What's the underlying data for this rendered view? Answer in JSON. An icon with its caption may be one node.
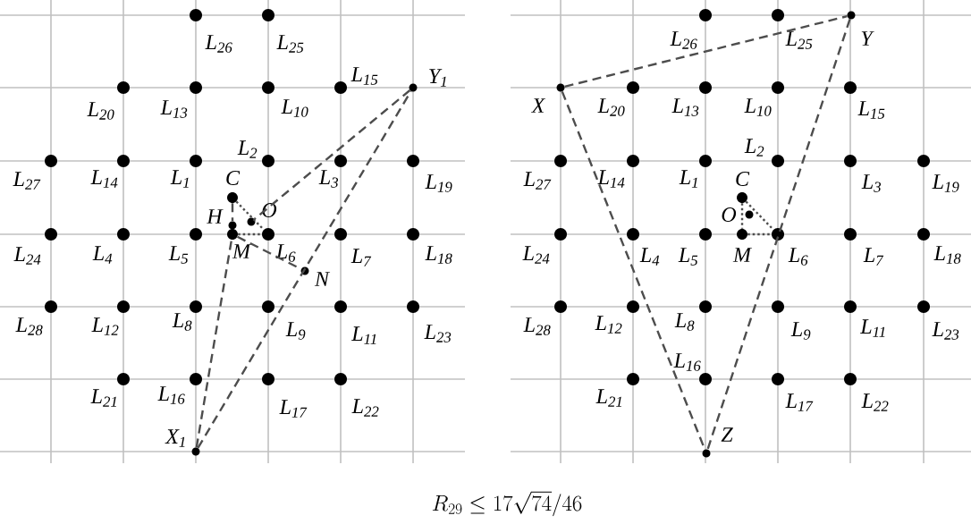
{
  "diagram": {
    "caption": "R_{29} \\leq 17\\sqrt{74}/46",
    "nodes": [
      {
        "text": [],
        "shape": "circle",
        "beside": [
          "L$_{26}$"
        ]
      },
      {
        "text": [],
        "shape": "circle",
        "beside": [
          "L$_{25}$"
        ]
      },
      {
        "text": [],
        "shape": "circle",
        "beside": [
          "L$_{20}$"
        ]
      },
      {
        "text": [],
        "shape": "circle",
        "beside": [
          "L$_{13}$"
        ]
      },
      {
        "text": [],
        "shape": "circle",
        "beside": [
          "L$_{10}$"
        ]
      },
      {
        "text": [],
        "shape": "circle",
        "beside": [
          "L$_{15}$"
        ]
      },
      {
        "text": [],
        "shape": "circle",
        "beside": [
          "Y$_{1}$"
        ]
      },
      {
        "text": [],
        "shape": "circle",
        "beside": [
          "L$_{27}$"
        ]
      },
      {
        "text": [],
        "shape": "circle",
        "beside": [
          "L$_{14}$"
        ]
      },
      {
        "text": [],
        "shape": "circle",
        "beside": [
          "L$_{1}$"
        ]
      },
      {
        "text": [],
        "shape": "circle",
        "beside": [
          "L$_{2}$"
        ]
      },
      {
        "text": [],
        "shape": "circle",
        "beside": [
          "L$_{3}$"
        ]
      },
      {
        "text": [],
        "shape": "circle",
        "beside": [
          "L$_{19}$"
        ]
      },
      {
        "text": [],
        "shape": "circle",
        "beside": [
          "C"
        ]
      },
      {
        "text": [],
        "shape": "circle",
        "beside": [
          "H"
        ]
      },
      {
        "text": [],
        "shape": "circle",
        "beside": [
          "O"
        ]
      },
      {
        "text": [],
        "shape": "circle",
        "beside": [
          "L$_{24}$"
        ]
      },
      {
        "text": [],
        "shape": "circle",
        "beside": [
          "L$_{4}$"
        ]
      },
      {
        "text": [],
        "shape": "circle",
        "beside": [
          "L$_{5}$"
        ]
      },
      {
        "text": [],
        "shape": "circle",
        "beside": [
          "M"
        ]
      },
      {
        "text": [],
        "shape": "circle",
        "beside": [
          "L$_{6}$"
        ]
      },
      {
        "text": [],
        "shape": "circle",
        "beside": [
          "L$_{7}$"
        ]
      },
      {
        "text": [],
        "shape": "circle",
        "beside": [
          "L$_{18}$"
        ]
      },
      {
        "text": [],
        "shape": "circle",
        "beside": [
          "N"
        ]
      },
      {
        "text": [],
        "shape": "circle",
        "beside": [
          "L$_{28}$"
        ]
      },
      {
        "text": [],
        "shape": "circle",
        "beside": [
          "L$_{12}$"
        ]
      },
      {
        "text": [],
        "shape": "circle",
        "beside": [
          "L$_{8}$"
        ]
      },
      {
        "text": [],
        "shape": "circle",
        "beside": [
          "L$_{9}$"
        ]
      },
      {
        "text": [],
        "shape": "circle",
        "beside": [
          "L$_{11}$"
        ]
      },
      {
        "text": [],
        "shape": "circle",
        "beside": [
          "L$_{23}$"
        ]
      },
      {
        "text": [],
        "shape": "circle",
        "beside": [
          "L$_{21}$"
        ]
      },
      {
        "text": [],
        "shape": "circle",
        "beside": [
          "L$_{16}$"
        ]
      },
      {
        "text": [],
        "shape": "circle",
        "beside": [
          "L$_{17}$"
        ]
      },
      {
        "text": [],
        "shape": "circle",
        "beside": [
          "L$_{22}$"
        ]
      },
      {
        "text": [],
        "shape": "circle",
        "beside": [
          "X$_{1}$"
        ]
      },
      {
        "text": [],
        "shape": "circle",
        "beside": [
          "L$_{26}$"
        ]
      },
      {
        "text": [],
        "shape": "circle",
        "beside": [
          "L$_{25}$"
        ]
      },
      {
        "text": [],
        "shape": "circle",
        "beside": [
          "Y"
        ]
      },
      {
        "text": [],
        "shape": "circle",
        "beside": [
          "X"
        ]
      },
      {
        "text": [],
        "shape": "circle",
        "beside": [
          "L$_{20}$"
        ]
      },
      {
        "text": [],
        "shape": "circle",
        "beside": [
          "L$_{13}$"
        ]
      },
      {
        "text": [],
        "shape": "circle",
        "beside": [
          "L$_{10}$"
        ]
      },
      {
        "text": [],
        "shape": "circle",
        "beside": [
          "L$_{15}$"
        ]
      },
      {
        "text": [],
        "shape": "circle",
        "beside": [
          "L$_{27}$"
        ]
      },
      {
        "text": [],
        "shape": "circle",
        "beside": [
          "L$_{14}$"
        ]
      },
      {
        "text": [],
        "shape": "circle",
        "beside": [
          "L$_{1}$"
        ]
      },
      {
        "text": [],
        "shape": "circle",
        "beside": [
          "L$_{2}$"
        ]
      },
      {
        "text": [],
        "shape": "circle",
        "beside": [
          "L$_{3}$"
        ]
      },
      {
        "text": [],
        "shape": "circle",
        "beside": [
          "L$_{19}$"
        ]
      },
      {
        "text": [],
        "shape": "circle",
        "beside": [
          "C"
        ]
      },
      {
        "text": [],
        "shape": "circle",
        "beside": [
          "O"
        ]
      },
      {
        "text": [],
        "shape": "circle",
        "beside": [
          "L$_{24}$"
        ]
      },
      {
        "text": [],
        "shape": "circle",
        "beside": [
          "L$_{4}$"
        ]
      },
      {
        "text": [],
        "shape": "circle",
        "beside": [
          "L$_{5}$"
        ]
      },
      {
        "text": [],
        "shape": "circle",
        "beside": [
          "M"
        ]
      },
      {
        "text": [],
        "shape": "circle",
        "beside": [
          "L$_{6}$"
        ]
      },
      {
        "text": [],
        "shape": "circle",
        "beside": [
          "L$_{7}$"
        ]
      },
      {
        "text": [],
        "shape": "circle",
        "beside": [
          "L$_{18}$"
        ]
      },
      {
        "text": [],
        "shape": "circle",
        "beside": [
          "L$_{28}$"
        ]
      },
      {
        "text": [],
        "shape": "circle",
        "beside": [
          "L$_{12}$"
        ]
      },
      {
        "text": [],
        "shape": "circle",
        "beside": [
          "L$_{8}$"
        ]
      },
      {
        "text": [],
        "shape": "circle",
        "beside": [
          "L$_{9}$"
        ]
      },
      {
        "text": [],
        "shape": "circle",
        "beside": [
          "L$_{11}$"
        ]
      },
      {
        "text": [],
        "shape": "circle",
        "beside": [
          "L$_{23}$"
        ]
      },
      {
        "text": [],
        "shape": "circle",
        "beside": [
          "L$_{16}$"
        ]
      },
      {
        "text": [],
        "shape": "circle",
        "beside": [
          "L$_{21}$"
        ]
      },
      {
        "text": [],
        "shape": "circle",
        "beside": [
          "L$_{17}$"
        ]
      },
      {
        "text": [],
        "shape": "circle",
        "beside": [
          "L$_{22}$"
        ]
      },
      {
        "text": [],
        "shape": "circle",
        "beside": [
          "Z"
        ]
      }
    ],
    "edges": [
      {
        "from": 34,
        "to": 6,
        "arrow": "none",
        "style": "dashed"
      },
      {
        "from": 34,
        "to": 19,
        "arrow": "none",
        "style": "dashed"
      },
      {
        "from": 6,
        "to": 15,
        "arrow": "none",
        "style": "dashed"
      },
      {
        "from": 19,
        "to": 23,
        "arrow": "none",
        "style": "dashed"
      },
      {
        "from": 13,
        "to": 14,
        "arrow": "none",
        "style": "dashed"
      },
      {
        "from": 13,
        "to": 20,
        "arrow": "none"
      },
      {
        "from": 19,
        "to": 20,
        "arrow": "none"
      },
      {
        "from": 38,
        "to": 37,
        "arrow": "none",
        "style": "dashed"
      },
      {
        "from": 38,
        "to": 68,
        "arrow": "none",
        "style": "dashed"
      },
      {
        "from": 37,
        "to": 68,
        "arrow": "none",
        "style": "dashed"
      },
      {
        "from": 49,
        "to": 55,
        "arrow": "none"
      },
      {
        "from": 54,
        "to": 55,
        "arrow": "none"
      },
      {
        "from": 49,
        "to": 54,
        "arrow": "none"
      }
    ]
  }
}
